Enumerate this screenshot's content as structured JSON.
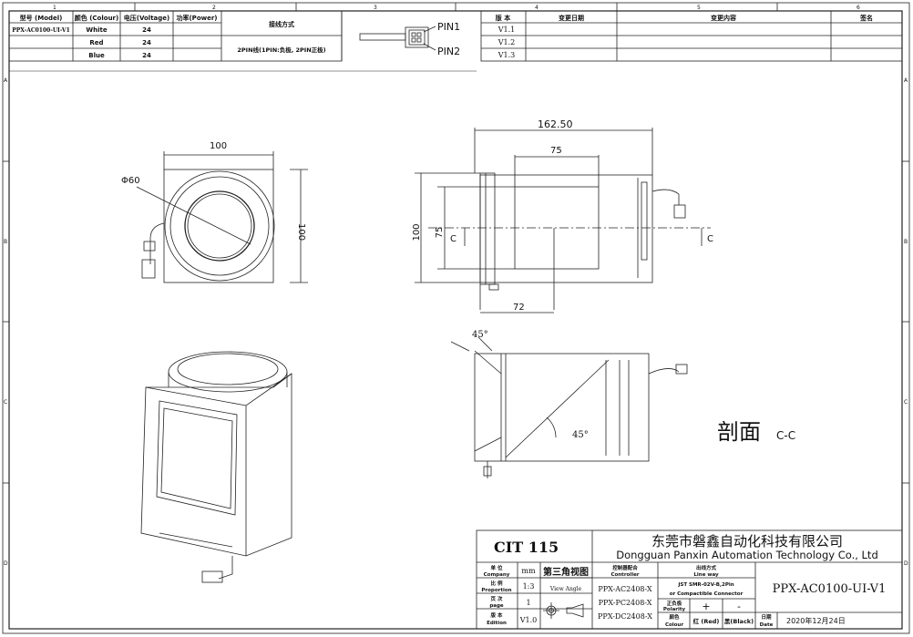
{
  "zones": {
    "columns": [
      "1",
      "2",
      "3",
      "4",
      "5",
      "6"
    ],
    "rows": [
      "A",
      "B",
      "C",
      "D"
    ]
  },
  "spec_table": {
    "headers": [
      "型号 (Model)",
      "颜色 (Colour)",
      "电压(Voltage)",
      "功率(Power)",
      "接线方式"
    ],
    "model": "PPX-AC0100-UI-V1",
    "rows": [
      {
        "colour": "White",
        "voltage": "24"
      },
      {
        "colour": "Red",
        "voltage": "24"
      },
      {
        "colour": "Blue",
        "voltage": "24"
      }
    ],
    "wiring": "2PIN线(1PIN:负极, 2PIN正极)",
    "pin1": "PIN1",
    "pin2": "PIN2"
  },
  "revision_table": {
    "headers": [
      "版 本",
      "变更日期",
      "变更内容",
      "签名"
    ],
    "versions": [
      "V1.1",
      "V1.2",
      "V1.3"
    ]
  },
  "dimensions": {
    "front_width": "100",
    "front_height": "100",
    "diameter": "Φ60",
    "side_length": "162.50",
    "side_window": "75",
    "side_height": "100",
    "side_inner": "75",
    "side_bottom": "72",
    "section_mark": "C",
    "angle_top": "45°",
    "angle_mid": "45°"
  },
  "section_label": {
    "main": "剖面",
    "sub": "C-C"
  },
  "title_block": {
    "product": "CIT 115",
    "company_cn": "东莞市磐鑫自动化科技有限公司",
    "company_en": "Dongguan Panxin Automation Technology Co., Ltd",
    "unit_label": "单 位",
    "unit_label_en": "Company",
    "unit_value": "mm",
    "scale_label": "比 例",
    "scale_label_en": "Proportion",
    "scale_value": "1:3",
    "page_label": "页 次",
    "page_label_en": "page",
    "page_value": "1",
    "edition_label": "版 本",
    "edition_label_en": "Edition",
    "edition_value": "V1.0",
    "projection": "第三角视图",
    "view_angle": "View Angle",
    "controller_label": "控制器配合",
    "controller_label_en": "Controller",
    "controllers": [
      "PPX-AC2408-X",
      "PPX-PC2408-X",
      "PPX-DC2408-X"
    ],
    "lineway_label": "出线方式",
    "lineway_label_en": "Line way",
    "lineway_value1": "JST SMR-02V-B,2Pin",
    "lineway_value2": "or Compactible Connector",
    "polarity_label": "正负极",
    "polarity_label_en": "Polarity",
    "plus": "+",
    "minus": "-",
    "colour_label": "颜色",
    "colour_label_en": "Colour",
    "red": "红 (Red)",
    "black": "黑(Black)",
    "model": "PPX-AC0100-UI-V1",
    "date_label": "日期",
    "date_label_en": "Date",
    "date_value": "2020年12月24日"
  }
}
